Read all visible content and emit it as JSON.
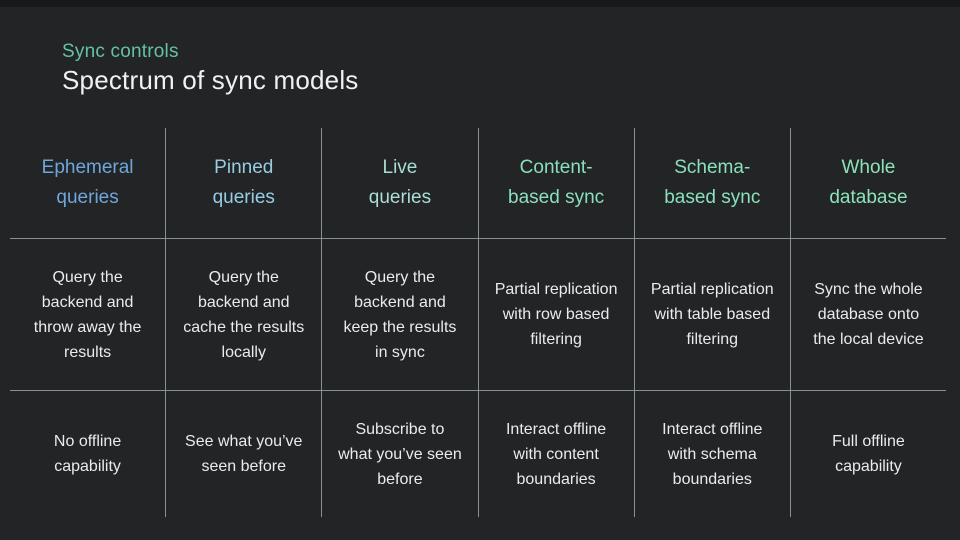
{
  "slide": {
    "eyebrow": "Sync controls",
    "title": "Spectrum of sync models"
  },
  "colors": {
    "background": "#222426",
    "eyebrow_text": "#65c1a4",
    "title_text": "#f1f1f1",
    "body_text": "#ebebeb",
    "grid_line": "#96a7a5"
  },
  "table": {
    "columns": [
      {
        "id": "ephemeral-queries",
        "header": "Ephemeral\nqueries",
        "header_color": "#6fa6dc",
        "description": "Query the\nbackend and\nthrow away the\nresults",
        "offline": "No offline\ncapability"
      },
      {
        "id": "pinned-queries",
        "header": "Pinned\nqueries",
        "header_color": "#96cde3",
        "description": "Query the\nbackend and\ncache the results\nlocally",
        "offline": "See what you’ve\nseen before"
      },
      {
        "id": "live-queries",
        "header": "Live\nqueries",
        "header_color": "#a9ddd6",
        "description": "Query the\nbackend and\nkeep the results\nin sync",
        "offline": "Subscribe to\nwhat you’ve seen\nbefore"
      },
      {
        "id": "content-based-sync",
        "header": "Content-\nbased sync",
        "header_color": "#8bdfbd",
        "description": "Partial replication\nwith row based\nfiltering",
        "offline": "Interact offline\nwith content\nboundaries"
      },
      {
        "id": "schema-based-sync",
        "header": "Schema-\nbased sync",
        "header_color": "#89e0ba",
        "description": "Partial replication\nwith table based\nfiltering",
        "offline": "Interact offline\nwith schema\nboundaries"
      },
      {
        "id": "whole-database",
        "header": "Whole\ndatabase",
        "header_color": "#8ce2b9",
        "description": "Sync the whole\ndatabase onto\nthe local device",
        "offline": "Full offline\ncapability"
      }
    ]
  }
}
